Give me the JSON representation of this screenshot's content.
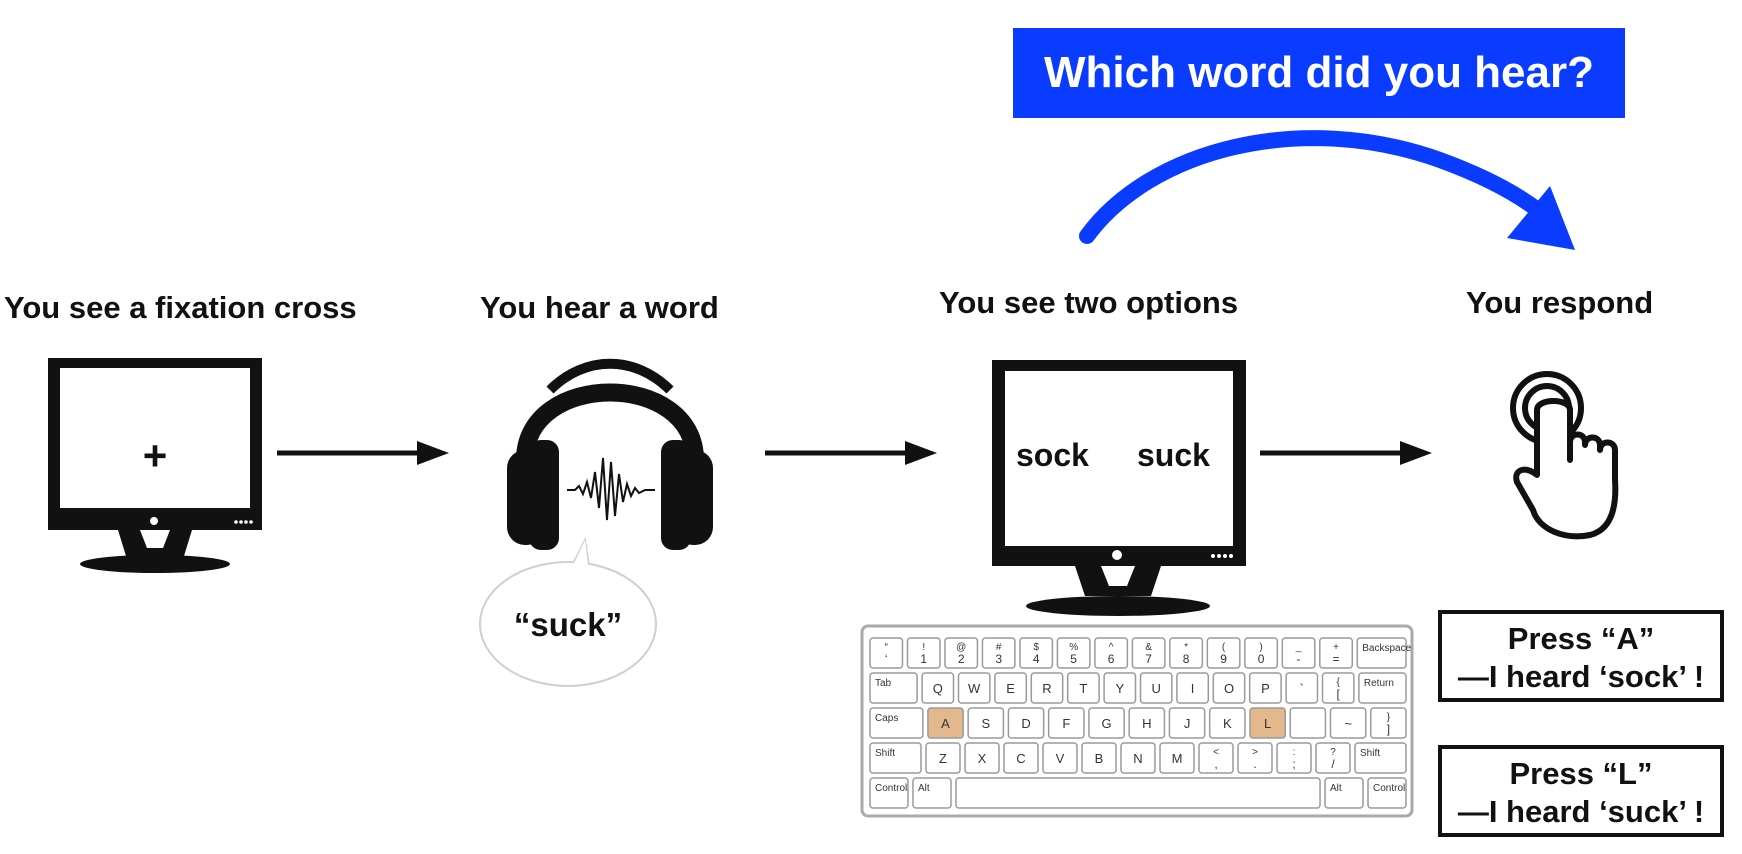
{
  "question": "Which word did you hear?",
  "steps": [
    {
      "label": "You see a fixation cross",
      "screen_text": "+"
    },
    {
      "label": "You hear a word",
      "bubble_text": "“suck”"
    },
    {
      "label": "You see two options",
      "option_left": "sock",
      "option_right": "suck"
    },
    {
      "label": "You respond"
    }
  ],
  "responses": [
    {
      "line1": "Press “A”",
      "line2": "—I heard ‘sock’ !"
    },
    {
      "line1": "Press “L”",
      "line2": "—I heard ‘suck’ !"
    }
  ],
  "keyboard": {
    "highlight_color": "#d9a066",
    "rows": [
      [
        {
          "top": "“",
          "bot": "‘"
        },
        {
          "top": "!",
          "bot": "1"
        },
        {
          "top": "@",
          "bot": "2"
        },
        {
          "top": "#",
          "bot": "3"
        },
        {
          "top": "$",
          "bot": "4"
        },
        {
          "top": "%",
          "bot": "5"
        },
        {
          "top": "^",
          "bot": "6"
        },
        {
          "top": "&",
          "bot": "7"
        },
        {
          "top": "*",
          "bot": "8"
        },
        {
          "top": "(",
          "bot": "9"
        },
        {
          "top": ")",
          "bot": "0"
        },
        {
          "top": "_",
          "bot": "-"
        },
        {
          "top": "+",
          "bot": "="
        },
        {
          "label": "Backspace",
          "wide": true
        }
      ],
      [
        {
          "label": "Tab",
          "wide": true
        },
        {
          "label": "Q"
        },
        {
          "label": "W"
        },
        {
          "label": "E"
        },
        {
          "label": "R"
        },
        {
          "label": "T"
        },
        {
          "label": "Y"
        },
        {
          "label": "U"
        },
        {
          "label": "I"
        },
        {
          "label": "O"
        },
        {
          "label": "P"
        },
        {
          "label": "`"
        },
        {
          "top": "{",
          "bot": "["
        },
        {
          "label": "Return",
          "wide": true
        }
      ],
      [
        {
          "label": "Caps",
          "wide": true
        },
        {
          "label": "A",
          "hl": true
        },
        {
          "label": "S"
        },
        {
          "label": "D"
        },
        {
          "label": "F"
        },
        {
          "label": "G"
        },
        {
          "label": "H"
        },
        {
          "label": "J"
        },
        {
          "label": "K"
        },
        {
          "label": "L",
          "hl": true
        },
        {
          "label": ""
        },
        {
          "label": "~"
        },
        {
          "top": "}",
          "bot": "]"
        }
      ],
      [
        {
          "label": "Shift",
          "wide": true
        },
        {
          "label": "Z"
        },
        {
          "label": "X"
        },
        {
          "label": "C"
        },
        {
          "label": "V"
        },
        {
          "label": "B"
        },
        {
          "label": "N"
        },
        {
          "label": "M"
        },
        {
          "top": "<",
          "bot": ","
        },
        {
          "top": ">",
          "bot": "."
        },
        {
          "top": ":",
          "bot": ";"
        },
        {
          "top": "?",
          "bot": "/"
        },
        {
          "label": "Shift",
          "wide": true
        }
      ],
      [
        {
          "label": "Control"
        },
        {
          "label": "Alt"
        },
        {
          "label": "",
          "space": true
        },
        {
          "label": "Alt"
        },
        {
          "label": "Control"
        }
      ]
    ]
  }
}
